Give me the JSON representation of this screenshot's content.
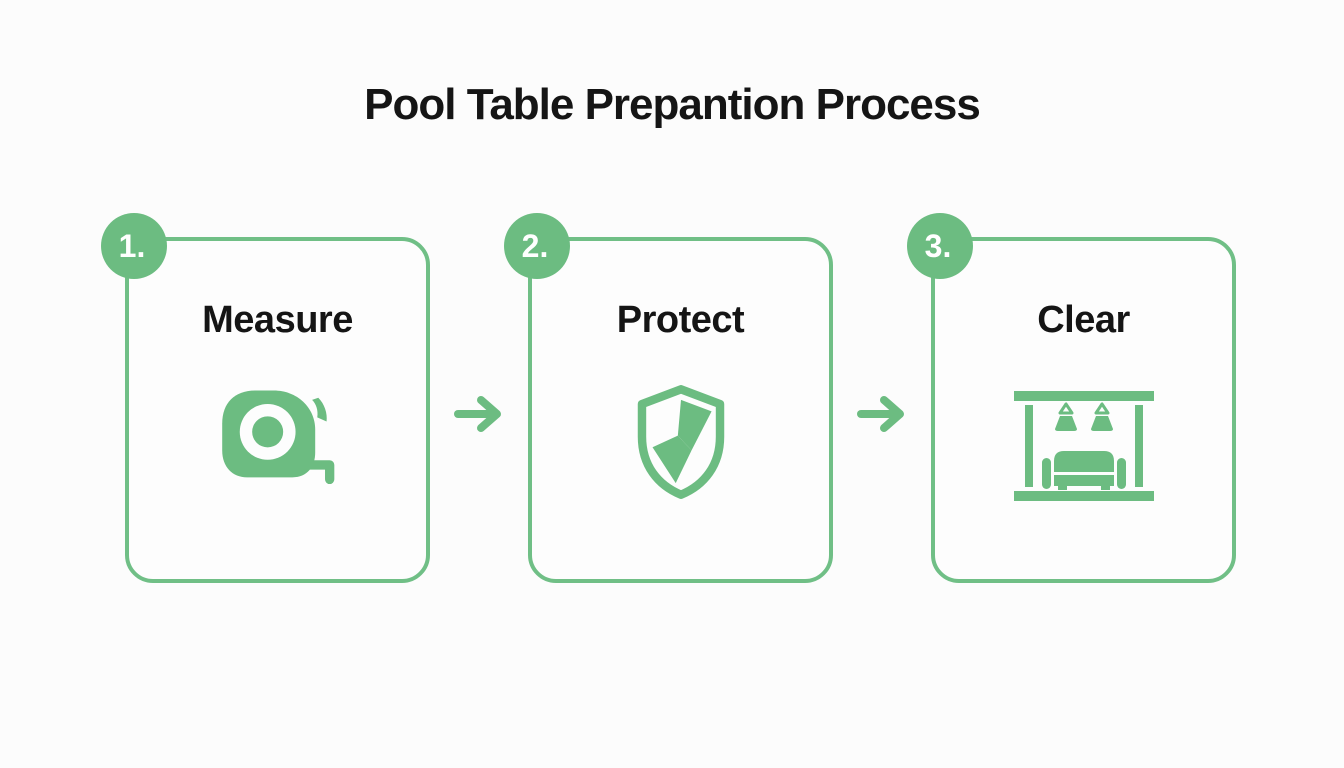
{
  "page": {
    "title": "Pool Table Prepantion Process"
  },
  "colors": {
    "accent_green": "#6cbc81",
    "card_border_green": "#70bf86",
    "title_text": "#151515",
    "badge_text": "#ffffff",
    "background": "#fcfcfc"
  },
  "steps": [
    {
      "number": "1.",
      "label": "Measure",
      "icon": "tape-measure-icon"
    },
    {
      "number": "2.",
      "label": "Protect",
      "icon": "shield-icon"
    },
    {
      "number": "3.",
      "label": "Clear",
      "icon": "sofa-room-icon"
    }
  ],
  "connectors": [
    {
      "icon": "arrow-right-icon"
    },
    {
      "icon": "arrow-right-icon"
    }
  ]
}
